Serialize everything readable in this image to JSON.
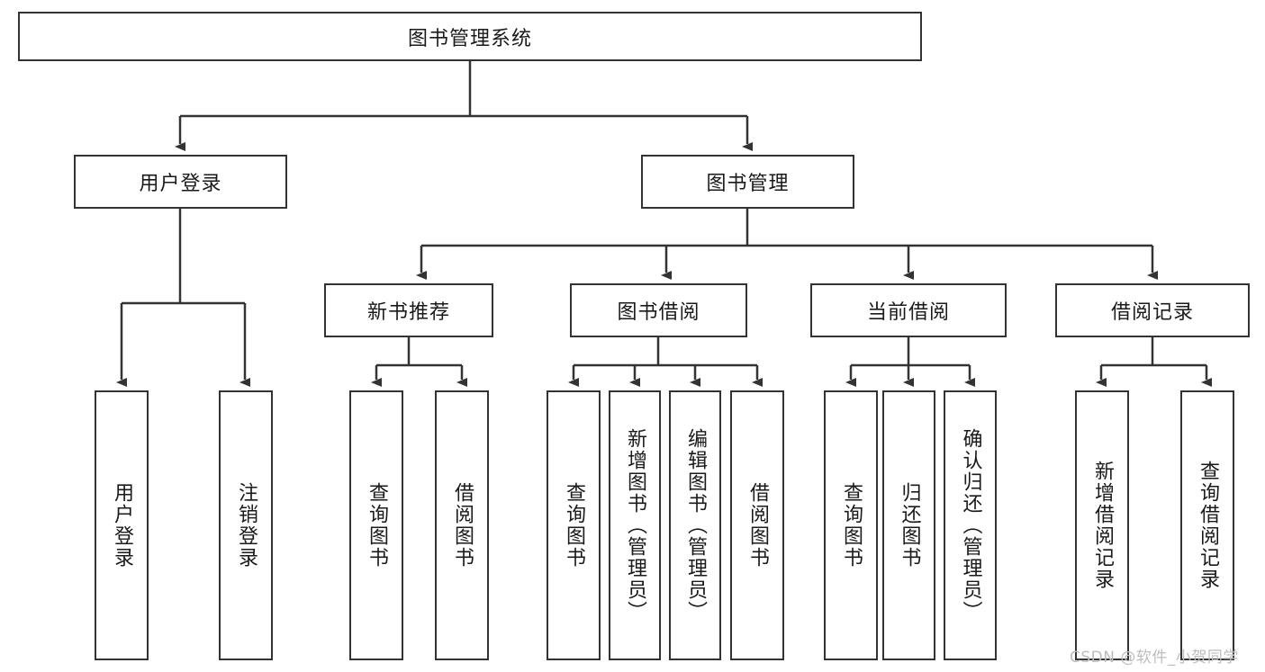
{
  "diagram": {
    "title": "图书管理系统",
    "type": "tree-hierarchy-diagram",
    "watermark": "CSDN @软件_小贺同学",
    "colors": {
      "box_border": "#333333",
      "box_fill": "#ffffff",
      "connector": "#333333",
      "text": "#1a1a1a",
      "watermark": "#bdbdbd",
      "background": "#ffffff"
    }
  },
  "root": {
    "label": "图书管理系统"
  },
  "level2": [
    {
      "label": "用户登录"
    },
    {
      "label": "图书管理"
    }
  ],
  "level3": [
    {
      "label": "新书推荐"
    },
    {
      "label": "图书借阅"
    },
    {
      "label": "当前借阅"
    },
    {
      "label": "借阅记录"
    }
  ],
  "leaves": {
    "user_login": [
      {
        "label": "用户登录"
      },
      {
        "label": "注销登录"
      }
    ],
    "new_book_rec": [
      {
        "label": "查询图书"
      },
      {
        "label": "借阅图书"
      }
    ],
    "book_borrow": [
      {
        "label": "查询图书"
      },
      {
        "label": "新增图书（管理员）"
      },
      {
        "label": "编辑图书（管理员）"
      },
      {
        "label": "借阅图书"
      }
    ],
    "current_borrow": [
      {
        "label": "查询图书"
      },
      {
        "label": "归还图书"
      },
      {
        "label": "确认归还（管理员）"
      }
    ],
    "borrow_record": [
      {
        "label": "新增借阅记录"
      },
      {
        "label": "查询借阅记录"
      }
    ]
  }
}
